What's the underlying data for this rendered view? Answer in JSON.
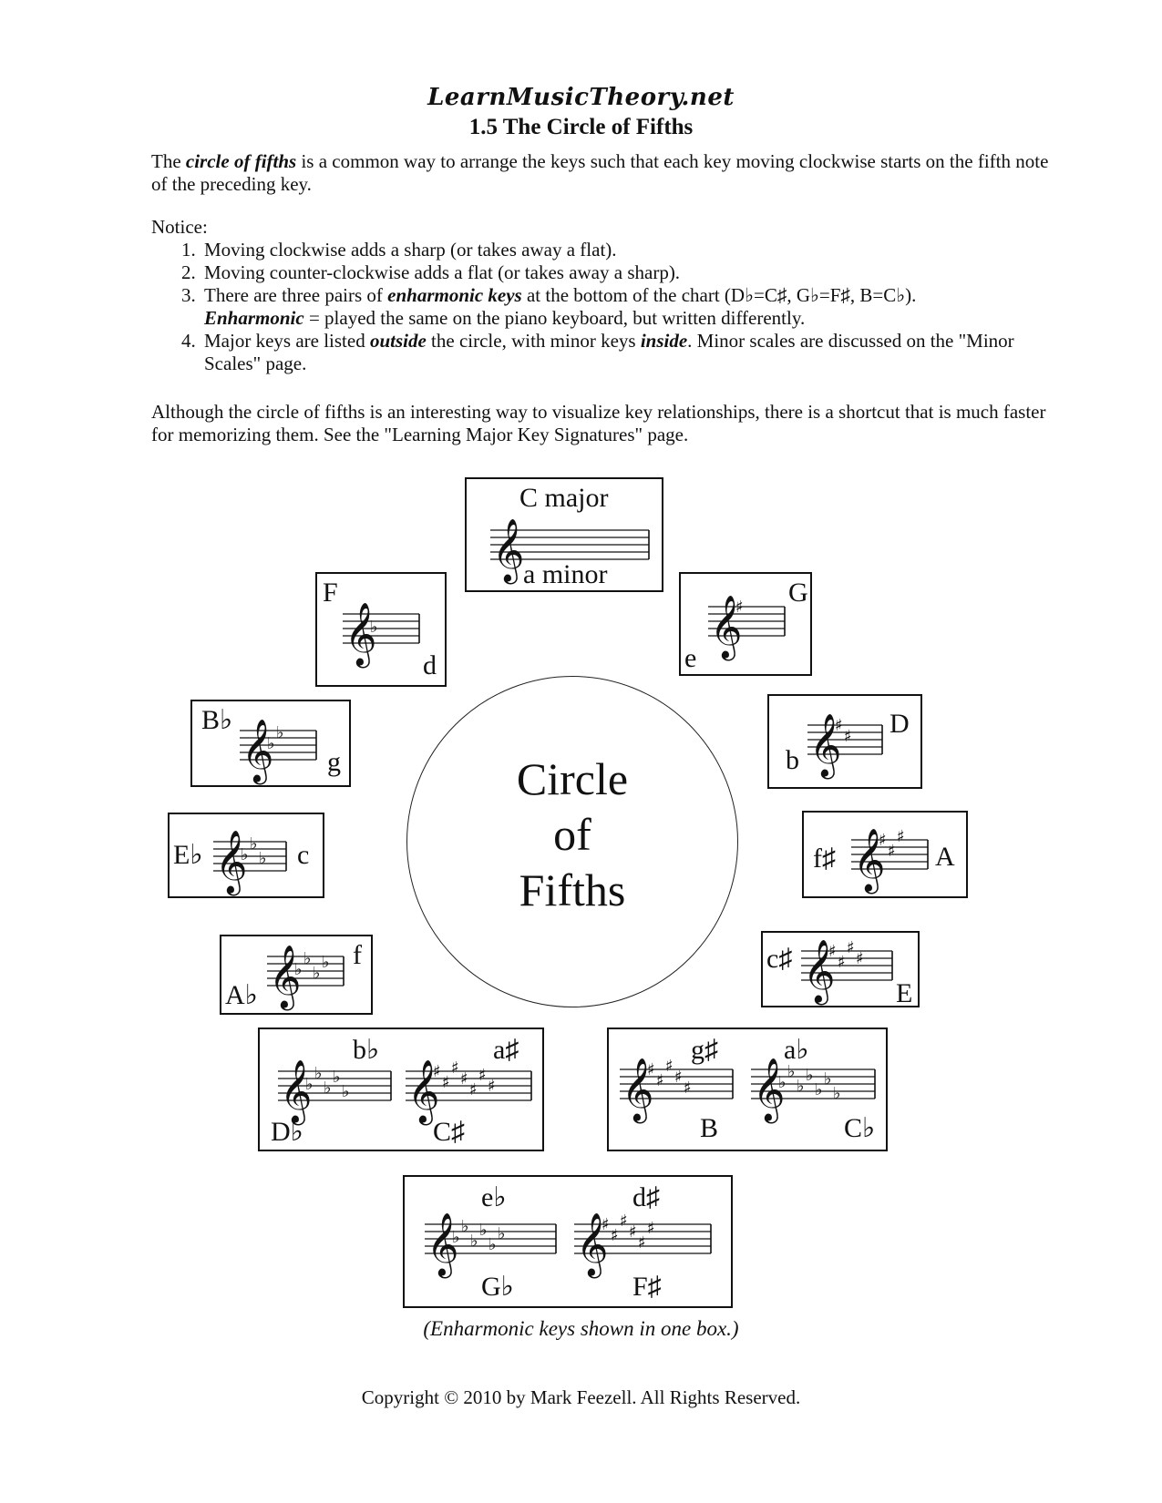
{
  "header": {
    "brand": "LearnMusicTheory.net",
    "title": "1.5 The Circle of Fifths"
  },
  "intro": {
    "p1": "is a common way to arrange the keys such that each key moving clockwise starts on the fifth note of the preceding key.",
    "p1_prefix": "The ",
    "p1_term": "circle of fifths",
    "notice_label": "Notice:",
    "items": [
      "Moving clockwise adds a sharp (or takes away a flat).",
      "Moving counter-clockwise adds a flat (or takes away a sharp)."
    ],
    "item3_a": "There are three pairs of ",
    "item3_term": "enharmonic keys",
    "item3_b": " at the bottom of the chart (D♭=C♯, G♭=F♯, B=C♭).",
    "item3_term2": "Enharmonic",
    "item3_c": " = played the same on the piano keyboard, but written differently.",
    "item4_a": "Major keys are listed ",
    "item4_term": "outside",
    "item4_b": " the circle, with minor keys ",
    "item4_term2": "inside",
    "item4_c": ". Minor scales are discussed on the \"Minor Scales\" page.",
    "p2": "Although the circle of fifths is an interesting way to visualize key relationships, there is a shortcut that is much faster for memorizing them. See the \"Learning Major Key Signatures\" page."
  },
  "circle": {
    "line1": "Circle",
    "line2": "of",
    "line3": "Fifths"
  },
  "keys": {
    "c": {
      "major": "C major",
      "minor": "a minor",
      "accidentals": "none",
      "count": 0
    },
    "g": {
      "major": "G",
      "minor": "e",
      "accidentals": "sharp",
      "count": 1
    },
    "d": {
      "major": "D",
      "minor": "b",
      "accidentals": "sharp",
      "count": 2
    },
    "a": {
      "major": "A",
      "minor": "f♯",
      "accidentals": "sharp",
      "count": 3
    },
    "e": {
      "major": "E",
      "minor": "c♯",
      "accidentals": "sharp",
      "count": 4
    },
    "b_cb": {
      "major1": "B",
      "minor1": "g♯",
      "major2": "C♭",
      "minor2": "a♭",
      "count1": 5,
      "count2": 7
    },
    "fs_gb": {
      "major1": "G♭",
      "minor1": "e♭",
      "major2": "F♯",
      "minor2": "d♯",
      "count1": 6,
      "count2": 6
    },
    "db_cs": {
      "major1": "D♭",
      "minor1": "b♭",
      "major2": "C♯",
      "minor2": "a♯",
      "count1": 5,
      "count2": 7
    },
    "ab": {
      "major": "A♭",
      "minor": "f",
      "accidentals": "flat",
      "count": 4
    },
    "eb": {
      "major": "E♭",
      "minor": "c",
      "accidentals": "flat",
      "count": 3
    },
    "bb": {
      "major": "B♭",
      "minor": "g",
      "accidentals": "flat",
      "count": 2
    },
    "f": {
      "major": "F",
      "minor": "d",
      "accidentals": "flat",
      "count": 1
    }
  },
  "note": "(Enharmonic keys shown in one box.)",
  "copyright": "Copyright © 2010 by Mark Feezell. All Rights Reserved."
}
